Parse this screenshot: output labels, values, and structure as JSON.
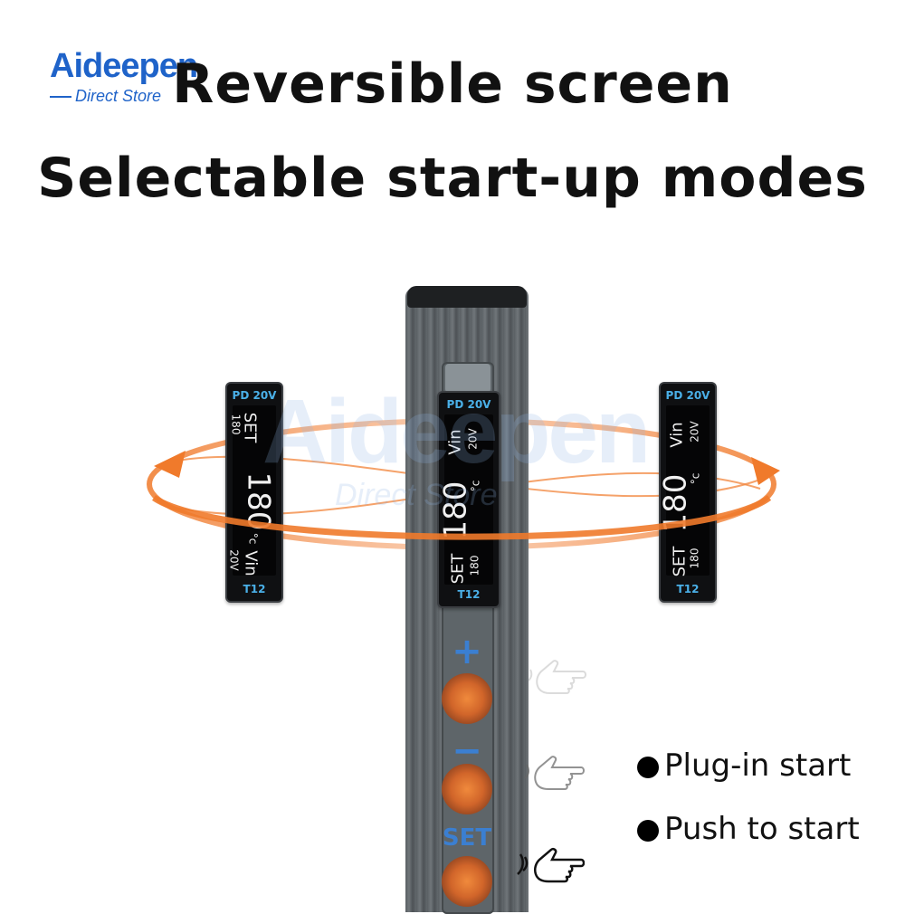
{
  "brand": {
    "logo_main": "Aideepen",
    "logo_sub": "Direct Store"
  },
  "headline": {
    "line1": "Reversible screen",
    "line2": "Selectable start-up modes"
  },
  "display": {
    "pd_label": "PD 20V",
    "tip_label": "T12",
    "set_label": "SET",
    "set_value": "180",
    "vin_label": "Vin",
    "vin_value": "20V",
    "temp_value": "180",
    "temp_unit": "°c"
  },
  "buttons": {
    "plus": "+",
    "minus": "−",
    "set": "SET"
  },
  "modes": [
    "Plug-in start",
    "Push to start"
  ],
  "colors": {
    "accent_orange": "#f07a2b",
    "label_blue": "#4ab0e8",
    "button_blue": "#3b7fd1"
  },
  "icons": {
    "rotation": "rotation-arrow-icon",
    "hand": "pointing-hand-icon"
  }
}
